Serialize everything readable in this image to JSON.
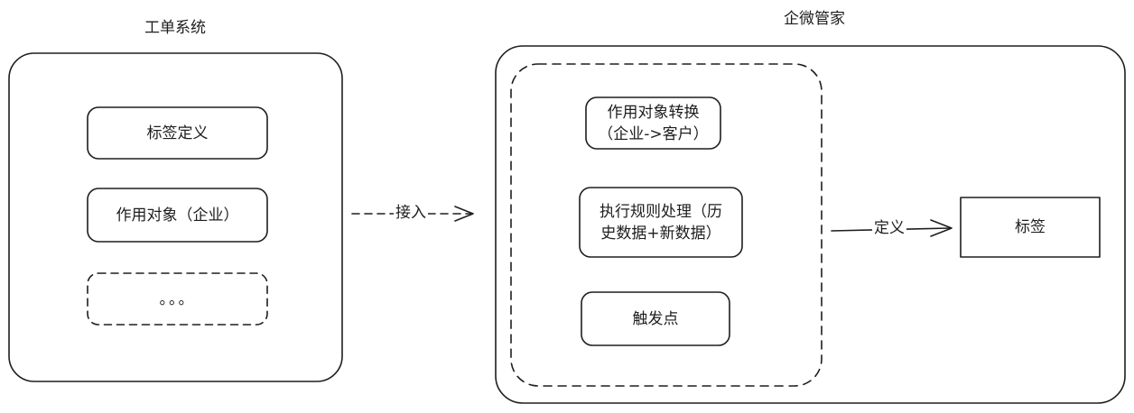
{
  "ticket_system": {
    "title": "工单系统",
    "items": [
      {
        "label": "标签定义"
      },
      {
        "label": "作用对象（企业）"
      },
      {
        "label": "。。。"
      }
    ]
  },
  "wecom_manager": {
    "title": "企微管家",
    "items": [
      {
        "line1": "作用对象转换",
        "line2": "（企业->客户）"
      },
      {
        "line1": "执行规则处理（历",
        "line2": "史数据+新数据）"
      },
      {
        "line1": "触发点"
      }
    ]
  },
  "edges": {
    "access_label": "接入",
    "define_label": "定义"
  },
  "tag_box": {
    "label": "标签"
  }
}
